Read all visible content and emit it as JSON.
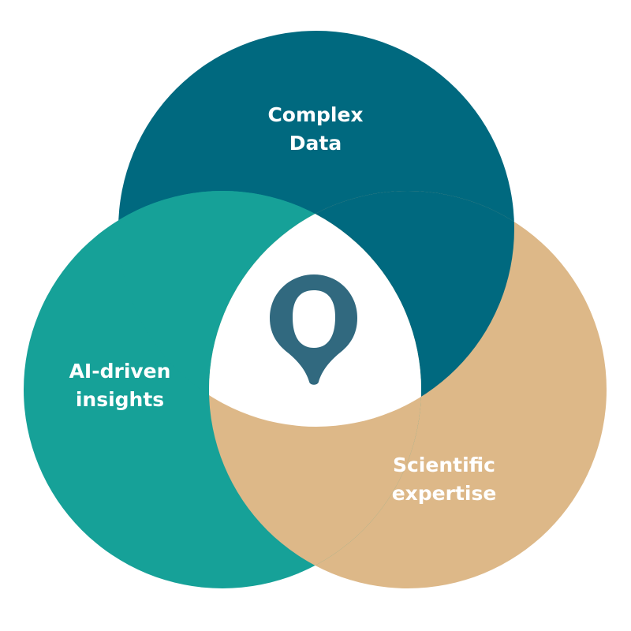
{
  "diagram": {
    "type": "venn",
    "sets": [
      {
        "id": "complex-data",
        "line1": "Complex",
        "line2": "Data",
        "color": "#00697f"
      },
      {
        "id": "ai-driven-insights",
        "line1": "AI-driven",
        "line2": "insights",
        "color": "#16a198"
      },
      {
        "id": "scientific-expertise",
        "line1": "Scientific",
        "line2": "expertise",
        "color": "#ddb888"
      }
    ],
    "center": {
      "icon": "location-pin-logo-icon",
      "color": "#31697f",
      "background": "#ffffff"
    }
  }
}
